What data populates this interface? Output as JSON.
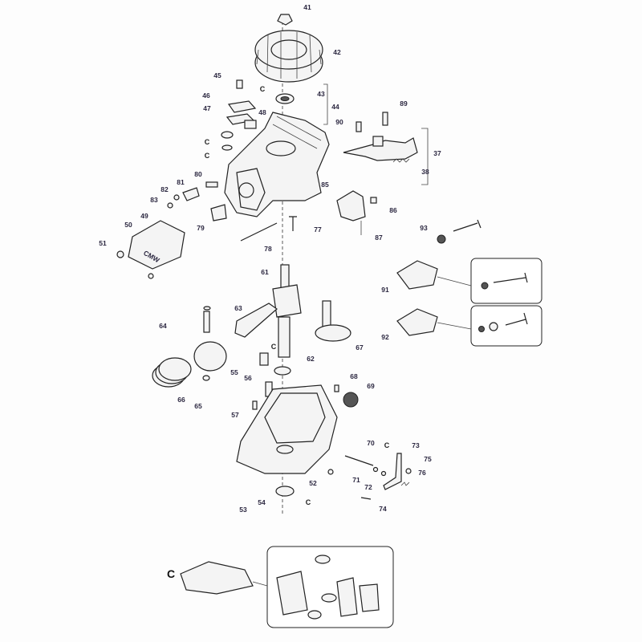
{
  "title": "Engine exploded parts diagram",
  "labels": [
    "41",
    "42",
    "C",
    "43",
    "44",
    "45",
    "46",
    "47",
    "48",
    "C",
    "C",
    "89",
    "90",
    "37",
    "38",
    "80",
    "81",
    "82",
    "83",
    "85",
    "86",
    "87",
    "79",
    "49",
    "50",
    "51",
    "77",
    "78",
    "93",
    "61",
    "91",
    "63",
    "64",
    "62",
    "67",
    "55",
    "56",
    "C",
    "57",
    "68",
    "69",
    "66",
    "65",
    "70",
    "C",
    "73",
    "75",
    "76",
    "71",
    "72",
    "52",
    "54",
    "C",
    "53",
    "74",
    "92",
    "C"
  ],
  "logo_text": "CMW"
}
